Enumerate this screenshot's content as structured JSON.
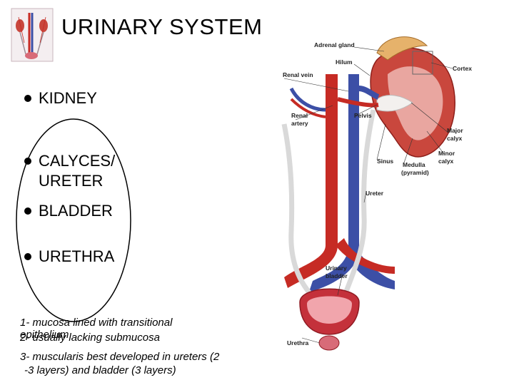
{
  "slide": {
    "title": "URINARY SYSTEM",
    "bullets": [
      "KIDNEY",
      "CALYCES/",
      "URETER",
      "BLADDER",
      "URETHRA"
    ],
    "notes": {
      "n1a": "1- mucosa lined with transitional",
      "n1b": "epithelium",
      "n2": "2- usually lacking submucosa",
      "n3a": "3- muscularis best developed in ureters (2",
      "n3b": "-3 layers) and bladder (3 layers)"
    }
  },
  "figure": {
    "labels": {
      "adrenal": "Adrenal gland",
      "hilum": "Hilum",
      "renal_vein": "Renal vein",
      "cortex": "Cortex",
      "renal_artery_1": "Renal",
      "renal_artery_2": "artery",
      "pelvis": "Pelvis",
      "major_1": "Major",
      "major_2": "calyx",
      "sinus": "Sinus",
      "medulla_1": "Medulla",
      "medulla_2": "(pyramid)",
      "minor_1": "Minor",
      "minor_2": "calyx",
      "ureter": "Ureter",
      "bladder_1": "Urinary",
      "bladder_2": "bladder",
      "urethra": "Urethra"
    },
    "colors": {
      "artery": "#c62b24",
      "vein": "#3c4fa6",
      "kidney": "#c9473d",
      "ureter": "#d9d9d9"
    }
  }
}
